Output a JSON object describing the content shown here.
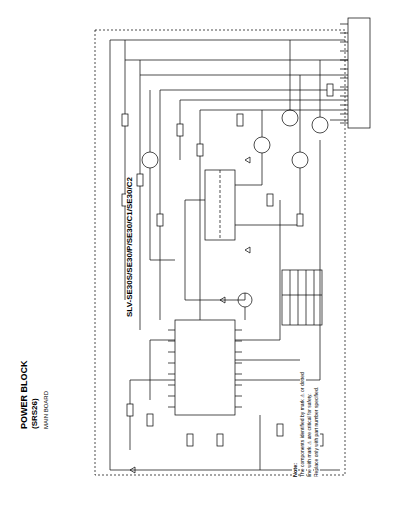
{
  "diagram": {
    "title": "POWER BLOCK",
    "labels": [
      "(SRS26)",
      "MAIN BOARD",
      "SLV-SE30S/SE30/P/SE30/C1/SE30/C2",
      "Note:",
      "The components identified by mark ⚠ or dotted",
      "line with mark ⚠ are critical for safety.",
      "Replace only with part number specified."
    ]
  }
}
